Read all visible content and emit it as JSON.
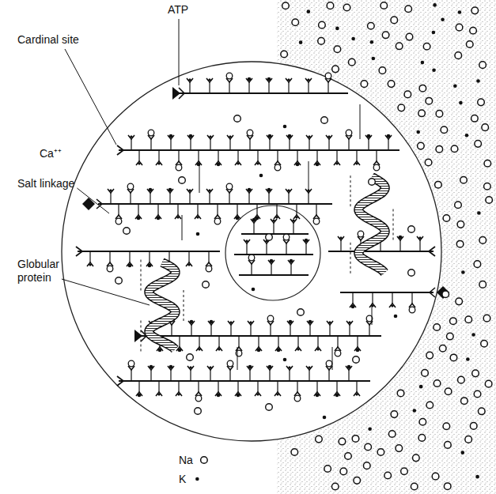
{
  "diagram": {
    "labels": [
      "ATP",
      "Cardinal site",
      "Ca⁺⁺",
      "Salt linkage",
      "Globular protein"
    ],
    "legend": [
      {
        "text": "Na"
      },
      {
        "text": "K"
      }
    ]
  }
}
